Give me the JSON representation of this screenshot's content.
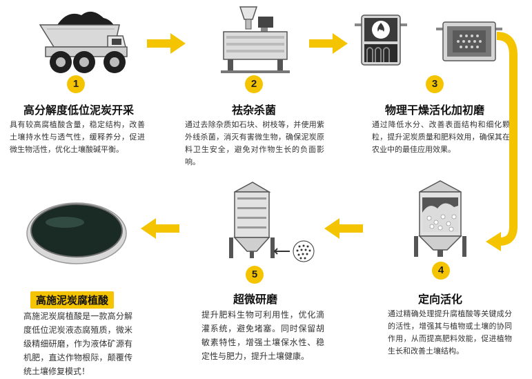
{
  "steps": [
    {
      "number": "1",
      "title": "高分解度低位泥炭开采",
      "desc": "具有较高腐植酸含量，稳定结构，改善土壤持水性与透气性，缓释养分，促进微生物活性，优化土壤酸碱平衡。"
    },
    {
      "number": "2",
      "title": "祛杂杀菌",
      "desc": "通过去除杂质如石块、树枝等，并使用紫外线杀菌，消灭有害微生物，确保泥炭原料卫生安全，避免对作物生长的负面影响。"
    },
    {
      "number": "3",
      "title": "物理干燥活化加初磨",
      "desc": "通过降低水分、改善表面结构和细化颗粒，提升泥炭质量和肥料效用，确保其在农业中的最佳应用效果。"
    },
    {
      "number": "4",
      "title": "定向活化",
      "desc": "通过精确处理提升腐植酸等关键成分的活性，增强其与植物或土壤的协同作用，从而提高肥料效能，促进植物生长和改善土壤结构。"
    },
    {
      "number": "5",
      "title": "超微研磨",
      "desc": "提升肥料生物可利用性，优化滴灌系统，避免堵塞。同时保留胡敏素特性，增强土壤保水性、稳定性与肥力，提升土壤健康。"
    }
  ],
  "product": {
    "title": "高施泥炭腐植酸",
    "desc": "高施泥炭腐植酸是一款高分解度低位泥炭液态腐殖质，微米级精细研磨，作为液体矿源有机肥，直达作物根际，颠覆传统土壤修复模式！"
  },
  "colors": {
    "accent": "#f5c400",
    "dark": "#2b2b2b",
    "gray": "#9a9a9a"
  }
}
